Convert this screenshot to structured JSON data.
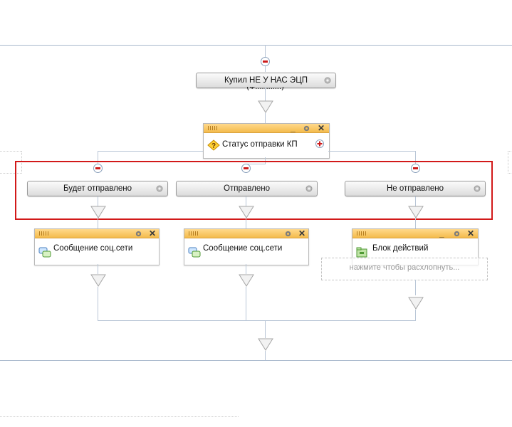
{
  "flow": {
    "top_condition": {
      "label": "Купил НЕ У НАС ЭЦП",
      "sublabel": "(Ф............)"
    },
    "status_block": {
      "label": "Статус отправки КП"
    },
    "branches": [
      {
        "condition": "Будет отправлено",
        "action": "Сообщение соц.сети"
      },
      {
        "condition": "Отправлено",
        "action": "Сообщение соц.сети"
      },
      {
        "condition": "Не отправлено",
        "action": "Блок действий",
        "hint": "нажмите чтобы расхлопнуть..."
      }
    ]
  },
  "colors": {
    "highlight": "#d21919",
    "block_header": "#f4bb4c",
    "connector": "#b9c6d6"
  },
  "icons": {
    "gear": "gear-icon",
    "close": "close-icon",
    "minimize": "minimize-icon",
    "collapse": "collapse-minus-icon",
    "add": "add-plus-icon",
    "condition": "condition-question-icon",
    "social_message": "social-message-icon",
    "action_block": "action-block-icon"
  }
}
